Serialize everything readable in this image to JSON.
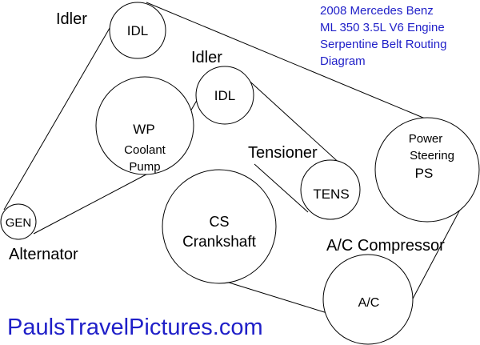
{
  "title": {
    "lines": [
      "2008 Mercedes Benz",
      "ML 350 3.5L V6 Engine",
      "Serpentine Belt Routing",
      "Diagram"
    ]
  },
  "pulleys": {
    "idler_top": {
      "code": "IDL",
      "caption": "Idler"
    },
    "idler_mid": {
      "code": "IDL",
      "caption": "Idler"
    },
    "water_pump": {
      "code": "WP",
      "line2": "Coolant",
      "line3": "Pump"
    },
    "tensioner": {
      "code": "TENS",
      "caption": "Tensioner"
    },
    "power_steering": {
      "line1": "Power",
      "line2": "Steering",
      "code": "PS"
    },
    "alternator": {
      "code": "GEN",
      "caption": "Alternator"
    },
    "crankshaft": {
      "code": "CS",
      "line2": "Crankshaft"
    },
    "ac_compressor": {
      "code": "A/C",
      "caption": "A/C Compressor"
    }
  },
  "credit": "PaulsTravelPictures.com",
  "colors": {
    "title_text": "#1f1fc8",
    "credit_text": "#1f1fc8",
    "line": "#000000",
    "background": "#ffffff"
  }
}
